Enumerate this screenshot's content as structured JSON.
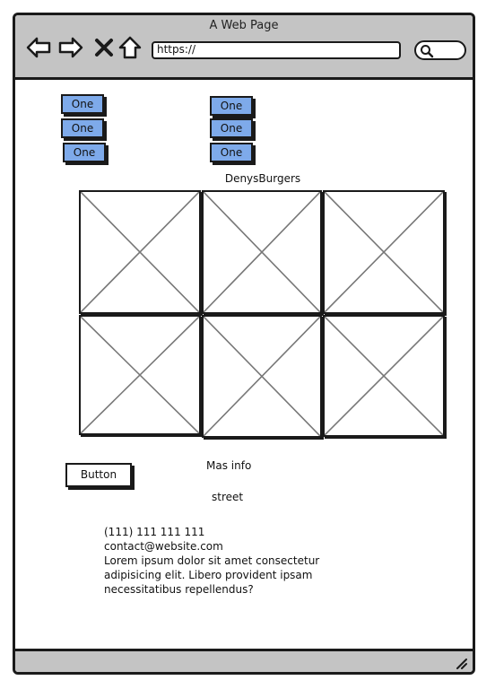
{
  "window": {
    "title": "A Web Page",
    "url": "https://"
  },
  "button_groups": {
    "left": [
      "One",
      "One",
      "One"
    ],
    "right": [
      "One",
      "One",
      "One"
    ]
  },
  "brand": "DenysBurgers",
  "gallery": {
    "image_count": 6
  },
  "main_button_label": "Button",
  "mas_info": "Mas info",
  "street": "street",
  "contact": {
    "phone": "(111) 111 111 111",
    "email": "contact@website.com",
    "text": "Lorem ipsum dolor sit amet consectetur\nadipisicing elit. Libero provident ipsam\nnecessitatibus repellendus?"
  },
  "colors": {
    "chrome": "#c4c4c4",
    "button_blue": "#7eaaea",
    "outline": "#1a1a1a"
  }
}
